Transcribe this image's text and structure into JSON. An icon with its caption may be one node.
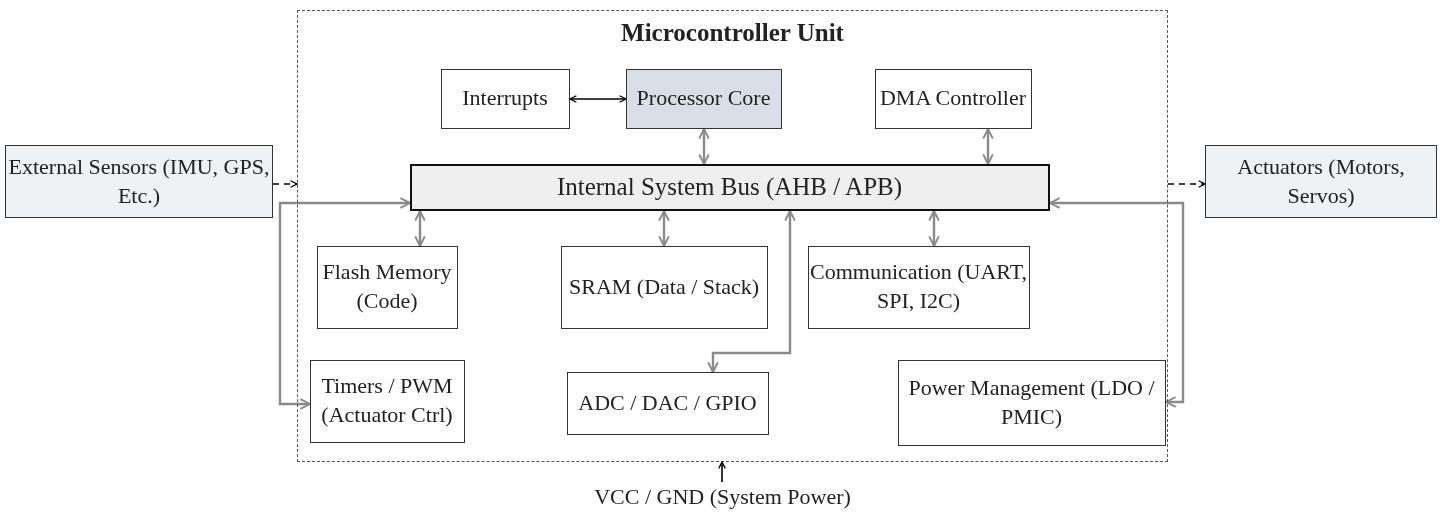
{
  "diagram": {
    "nodes": [
      {
        "text": [
          "Microcontroller Unit"
        ]
      },
      {
        "text": [
          "Interrupts"
        ],
        "in": 0
      },
      {
        "text": [
          "Processor Core"
        ],
        "in": 0
      },
      {
        "text": [
          "DMA Controller"
        ],
        "in": 0
      },
      {
        "text": [
          "Internal System Bus (AHB / APB)"
        ],
        "in": 0
      },
      {
        "text": [
          "Flash Memory (Code)"
        ],
        "in": 0
      },
      {
        "text": [
          "SRAM (Data / Stack)"
        ],
        "in": 0
      },
      {
        "text": [
          "Communication (UART, SPI, I2C)"
        ],
        "in": 0
      },
      {
        "text": [
          "Timers / PWM (Actuator Ctrl)"
        ],
        "in": 0
      },
      {
        "text": [
          "ADC / DAC / GPIO"
        ],
        "in": 0
      },
      {
        "text": [
          "Power Management (LDO / PMIC)"
        ],
        "in": 0
      },
      {
        "text": [
          "External Sensors (IMU, GPS, Etc.)"
        ]
      },
      {
        "text": [
          "Actuators (Motors, Servos)"
        ]
      },
      {
        "text": [
          "VCC / GND (System Power)"
        ]
      }
    ],
    "edges": [
      {
        "from": 1,
        "to": 2,
        "arrow": "both",
        "color": "#000000"
      },
      {
        "from": 2,
        "to": 4,
        "arrow": "both"
      },
      {
        "from": 3,
        "to": 4,
        "arrow": "both"
      },
      {
        "from": 4,
        "to": 5,
        "arrow": "both"
      },
      {
        "from": 4,
        "to": 6,
        "arrow": "both"
      },
      {
        "from": 4,
        "to": 7,
        "arrow": "both"
      },
      {
        "from": 4,
        "to": 9,
        "arrow": "both"
      },
      {
        "from": 4,
        "to": 8,
        "arrow": "both"
      },
      {
        "from": 4,
        "to": 10,
        "arrow": "both"
      },
      {
        "from": 11,
        "to": 0,
        "arrow": "to",
        "style": "dashed",
        "color": "#000000"
      },
      {
        "from": 0,
        "to": 12,
        "arrow": "to",
        "style": "dashed",
        "color": "#000000"
      },
      {
        "from": 13,
        "to": 0,
        "arrow": "to",
        "color": "#000000"
      }
    ]
  }
}
